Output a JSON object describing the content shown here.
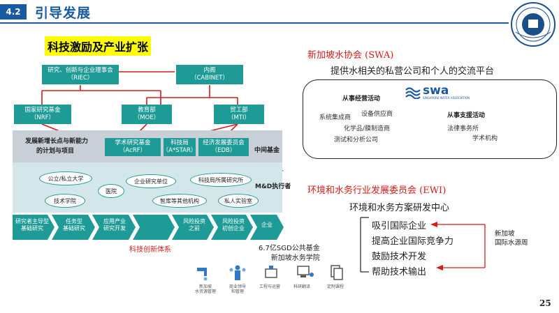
{
  "header": {
    "section_number": "4.2",
    "title": "引导发展"
  },
  "diagram": {
    "title": "科技激励及产业扩张",
    "boxes": {
      "riec": {
        "line1": "研究、创新与企业理事会",
        "line2": "（RIEC）"
      },
      "cabinet": {
        "line1": "内阁",
        "line2": "（CABINET）"
      },
      "nrf": {
        "line1": "国家研究基金",
        "line2": "（NRF）"
      },
      "moe": {
        "line1": "教育部",
        "line2": "（MOE）"
      },
      "mti": {
        "line1": "贸工部",
        "line2": "（MTI）"
      },
      "acrf": {
        "line1": "学术研究基金",
        "line2": "（AcRF）"
      },
      "astar": {
        "line1": "科技局",
        "line2": "（A*STAR）"
      },
      "edb": {
        "line1": "经济发展委员会",
        "line2": "（EDB）"
      }
    },
    "band_label_1": "发展新增长点与新能力",
    "band_label_2": "的计划与项目",
    "mid_fund": "中间基金",
    "md_label": "M&D执行者",
    "ovals": {
      "university": "公立/私立大学",
      "enterprise_research": "企业研究单位",
      "tech_research": "科技局所属研究所",
      "hospital": "医院",
      "polytechnic": "技术学院",
      "think_tank": "智库等其他机构",
      "private_lab": "私人实验室"
    },
    "chevrons": [
      {
        "line1": "研究者主导型",
        "line2": "基础研究"
      },
      {
        "line1": "任务型",
        "line2": "基础研究"
      },
      {
        "line1": "应用产业",
        "line2": "研究开发"
      },
      {
        "line1": "",
        "line2": ""
      },
      {
        "line1": "风险投资",
        "line2": "之前"
      },
      {
        "line1": "风险投资",
        "line2": "初创企业"
      },
      {
        "line1": "企业",
        "line2": ""
      }
    ],
    "innovation_label": "科技创新体系",
    "fund_line1": "6.7亿SGD公共基金",
    "fund_line2": "新加坡水务学院"
  },
  "icons": [
    {
      "label1": "新加坡",
      "label2": "水资源管理"
    },
    {
      "label1": "商业领导",
      "label2": "和管理"
    },
    {
      "label1": "工程与运营",
      "label2": ""
    },
    {
      "label1": "科研翻译",
      "label2": ""
    },
    {
      "label1": "定制课程",
      "label2": ""
    }
  ],
  "swa": {
    "title": "新加坡水协会 (SWA)",
    "subtitle": "提供水相关的私营公司和个人的交流平台",
    "logo_text": "swa",
    "logo_sub": "SINGAPORE WATER ASSOCIATION",
    "business_head": "从事经营活动",
    "business_items": [
      "系统集成商",
      "设备供应商",
      "化学品/膜制造商",
      "测试和分析公司"
    ],
    "support_head": "从事支援活动",
    "support_items": [
      "法律事务所",
      "学术机构"
    ]
  },
  "ewi": {
    "title": "环境和水务行业发展委员会 (EWI)",
    "subtitle": "环境和水务方案研发中心",
    "items": [
      "吸引国际企业",
      "提高企业国际竞争力",
      "鼓励技术开发",
      "帮助技术输出"
    ],
    "pub_line1": "新加坡",
    "pub_line2": "国际水源周"
  },
  "page_number": "25",
  "colors": {
    "brand_blue": "#1a5aa0",
    "teal": "#1e9b96",
    "accent_red": "#d81b1b",
    "highlight": "#ffff00"
  }
}
